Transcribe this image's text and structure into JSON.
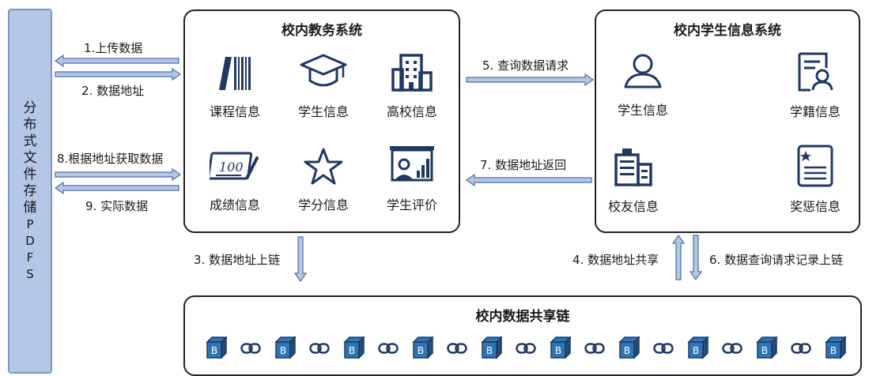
{
  "storage": {
    "chars": [
      "分",
      "布",
      "式",
      "文",
      "件",
      "存",
      "储"
    ],
    "latin": [
      "P",
      "D",
      "F",
      "S"
    ]
  },
  "academic": {
    "title": "校内教务系统",
    "items": [
      "课程信息",
      "学生信息",
      "高校信息",
      "成绩信息",
      "学分信息",
      "学生评价"
    ]
  },
  "student_info": {
    "title": "校内学生信息系统",
    "items": [
      "学生信息",
      "学籍信息",
      "校友信息",
      "奖惩信息"
    ]
  },
  "chain": {
    "title": "校内数据共享链",
    "block_label": "B"
  },
  "edges": {
    "e1": "1.上传数据",
    "e2": "2. 数据地址",
    "e3": "3. 数据地址上链",
    "e4": "4. 数据地址共享",
    "e5": "5. 查询数据请求",
    "e6": "6. 数据查询请求记录上链",
    "e7": "7. 数据地址返回",
    "e8": "8.根据地址获取数据",
    "e9": "9. 实际数据"
  },
  "colors": {
    "storage_fill": "#b4c7e7",
    "arrow_fill": "#b4c7e7",
    "arrow_stroke": "#4a6fa5",
    "icon_dark": "#1f3864",
    "block_fill": "#2e75b6"
  }
}
